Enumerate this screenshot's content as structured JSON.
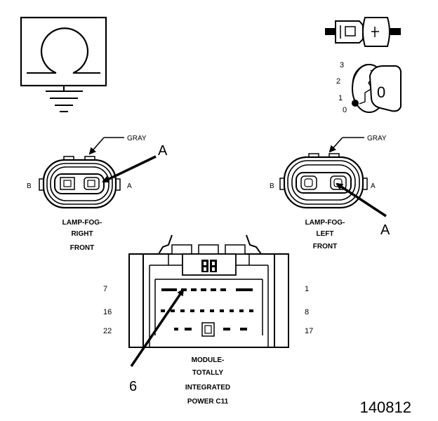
{
  "legend_icons": {
    "ground_symbol": "ground-icon",
    "connector_symbol": "connector-icon",
    "ignition_switch_symbol": "ignition-key-icon",
    "ignition_positions": [
      "3",
      "2",
      "1",
      "0"
    ],
    "key_label": "0"
  },
  "left_connector": {
    "wire_color": "GRAY",
    "callout": "A",
    "pin_left": "B",
    "pin_right": "A",
    "name_lines": [
      "LAMP-FOG-",
      "RIGHT",
      "FRONT"
    ]
  },
  "right_connector": {
    "wire_color": "GRAY",
    "callout": "A",
    "pin_left": "B",
    "pin_right": "A",
    "name_lines": [
      "LAMP-FOG-",
      "LEFT",
      "FRONT"
    ]
  },
  "module": {
    "pin_labels": {
      "top_left": "7",
      "mid_left": "16",
      "bottom_left": "22",
      "top_right": "1",
      "mid_right": "8",
      "bottom_right": "17"
    },
    "callout": "6",
    "name_lines": [
      "MODULE-",
      "TOTALLY",
      "INTEGRATED",
      "POWER C11"
    ]
  },
  "figure_number": "140812",
  "colors": {
    "ink": "#000000",
    "paper": "#ffffff"
  }
}
